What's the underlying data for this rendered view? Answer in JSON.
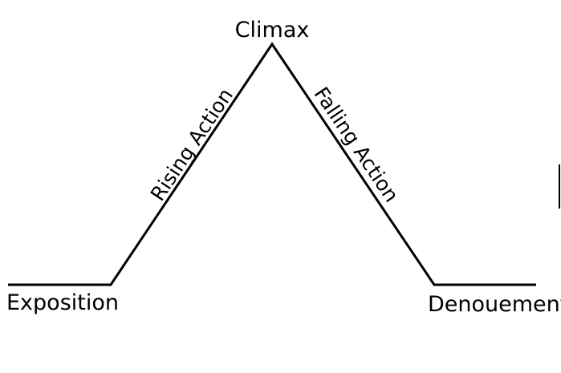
{
  "diagram": {
    "type": "plot-structure",
    "line_color": "#000000",
    "background_color": "#ffffff",
    "stages": {
      "start": "Exposition",
      "peak": "Climax",
      "end": "Denouement"
    },
    "edges": {
      "rising": "Rising Action",
      "falling": "Falling Action"
    }
  }
}
